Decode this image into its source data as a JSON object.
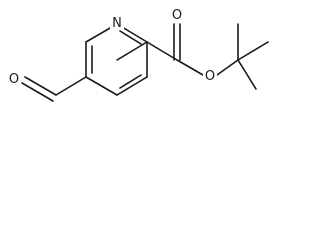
{
  "molecule": {
    "atoms": {
      "nitrogen": "N",
      "ester_carbonyl_oxygen": "O",
      "ester_oxygen": "O",
      "aldehyde_oxygen": "O"
    }
  }
}
